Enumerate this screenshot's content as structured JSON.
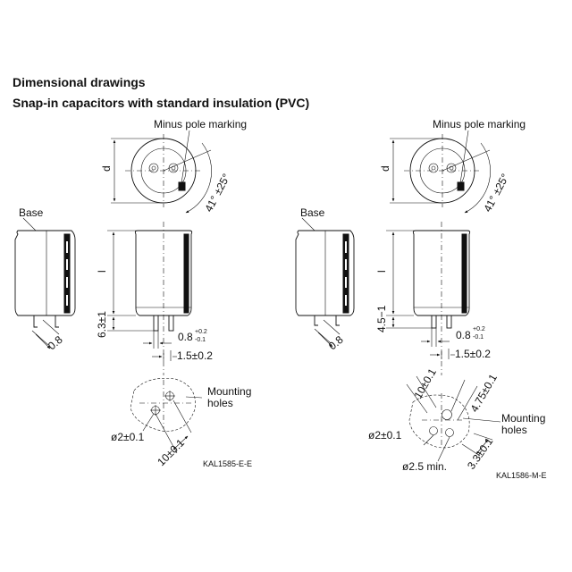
{
  "title": "Dimensional drawings",
  "subtitle": "Snap-in capacitors with standard insulation (PVC)",
  "left": {
    "minus_pole": "Minus pole marking",
    "diameter": "d",
    "angle": "41° ±25°",
    "base": "Base",
    "length": "l",
    "lead_len": "6.3±1",
    "base_lead": "0.8",
    "pin_width": "0.8",
    "pin_tol_up": "+0.2",
    "pin_tol_dn": "-0.1",
    "pin_spacing": "1.5±0.2",
    "hole_dia": "ø2±0.1",
    "hole_spacing": "10±0.1",
    "mounting": "Mounting",
    "holes": "holes",
    "code": "KAL1585-E-E"
  },
  "right": {
    "minus_pole": "Minus pole marking",
    "diameter": "d",
    "angle": "41° ±25°",
    "base": "Base",
    "length": "l",
    "lead_len": "4.5−1",
    "base_lead": "0.8",
    "pin_width": "0.8",
    "pin_tol_up": "+0.2",
    "pin_tol_dn": "-0.1",
    "pin_spacing": "1.5±0.2",
    "hole_spacing": "10±0.1",
    "hole_offset": "4.75±0.1",
    "hole_dia": "ø2±0.1",
    "hole_big": "ø2.5 min.",
    "hole_gap": "3.3±0.1",
    "mounting": "Mounting",
    "holes": "holes",
    "code": "KAL1586-M-E"
  }
}
